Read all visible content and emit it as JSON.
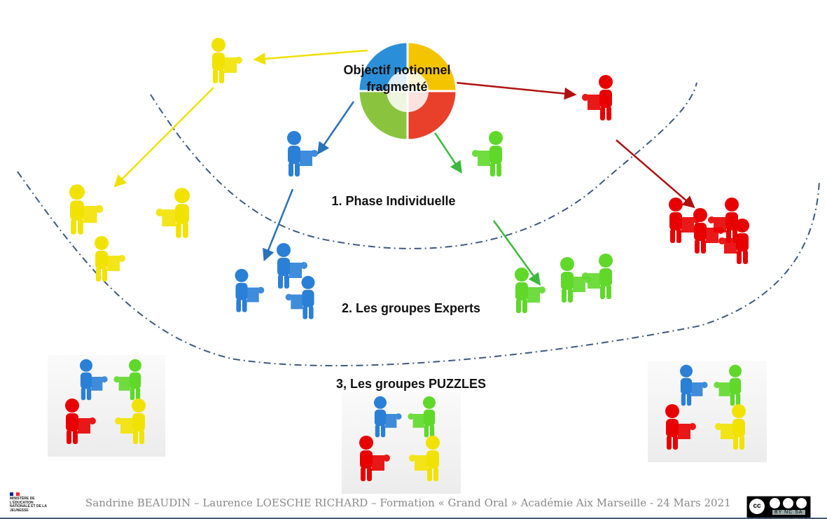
{
  "center": {
    "label": "Objectif notionnel fragmenté",
    "colors": [
      "#f5c400",
      "#e8402a",
      "#8ac43f",
      "#2a8fd8"
    ]
  },
  "phases": [
    {
      "label": "1. Phase Individuelle"
    },
    {
      "label": "2. Les groupes Experts"
    },
    {
      "label": "3, Les groupes PUZZLES"
    }
  ],
  "group_colors": {
    "yellow": "#f2e200",
    "blue": "#2a7fd6",
    "green": "#5fd82a",
    "red": "#e80000"
  },
  "arrow_colors": {
    "yellow": "#f0e000",
    "blue": "#2a72b8",
    "green": "#3cb83c",
    "red": "#b01010"
  },
  "footer": {
    "text": "Sandrine BEAUDIN – Laurence LOESCHE RICHARD – Formation « Grand Oral »  Académie Aix Marseille  -  24 Mars 2021",
    "ministry_logo": "MINISTÈRE DE L'ÉDUCATION NATIONALE ET DE LA JEUNESSE",
    "license": {
      "cc": "cc",
      "terms": "BY  NC  SA"
    }
  }
}
